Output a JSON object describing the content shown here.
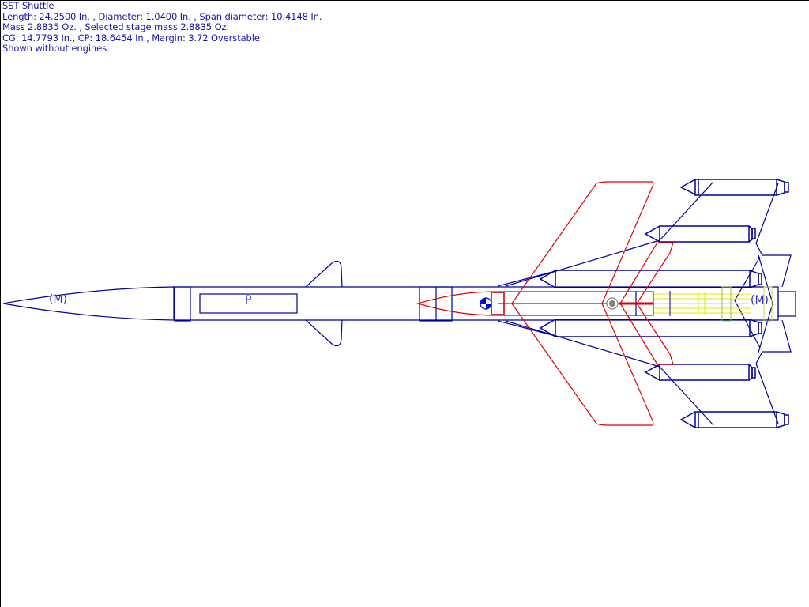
{
  "design": {
    "title": "SST Shuttle",
    "dimensions_line": "Length: 24.2500 In. , Diameter: 1.0400 In. , Span diameter: 10.4148 In.",
    "mass_line": "Mass 2.8835 Oz. , Selected stage mass 2.8835 Oz.",
    "stability_line": "CG: 14.7793 In., CP: 18.6454 In., Margin: 3.72 Overstable",
    "engines_note": "Shown without engines."
  },
  "labels": {
    "mass_marker_nose": "(M)",
    "payload_marker": "P",
    "mass_marker_tail": "(M)"
  },
  "colors": {
    "stage_outline": "#0000a0",
    "orbiter_outline": "#e00000",
    "engine_mount": "#e8e800",
    "text": "#1414b4",
    "frame": "#000000"
  }
}
